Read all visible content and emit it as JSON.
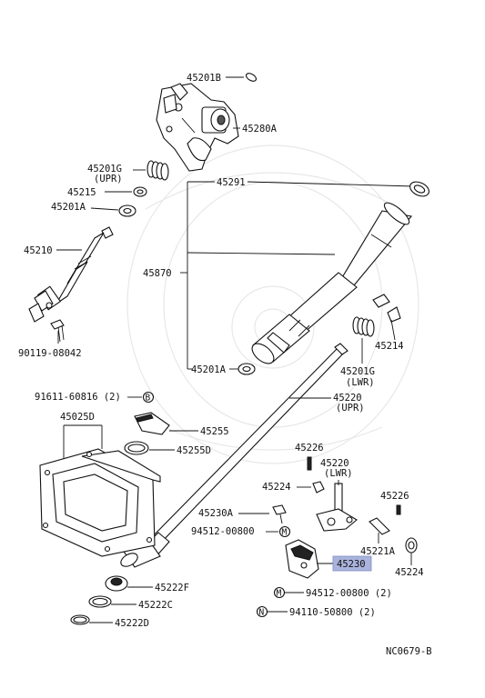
{
  "diagram_code": "NC0679-B",
  "highlight_color": "#a9b3dc",
  "labels": {
    "p45201B": "45201B",
    "p45280A": "45280A",
    "p45201G_upr": "45201G",
    "p45201G_upr_sub": "(UPR)",
    "p45215": "45215",
    "p45201A_top": "45201A",
    "p45291": "45291",
    "p45210": "45210",
    "p45870": "45870",
    "p90119": "90119-08042",
    "p45201A_low": "45201A",
    "p45214": "45214",
    "p45201G_lwr": "45201G",
    "p45201G_lwr_sub": "(LWR)",
    "p91611": "91611-60816 (2)",
    "p45220_upr": "45220",
    "p45220_upr_sub": "(UPR)",
    "p45025D": "45025D",
    "p45255": "45255",
    "p45255D": "45255D",
    "p45226_a": "45226",
    "p45220_lwr": "45220",
    "p45220_lwr_sub": "(LWR)",
    "p45224_a": "45224",
    "p45226_b": "45226",
    "p45230A": "45230A",
    "p94512_a": "94512-00800",
    "p45221A": "45221A",
    "p45230": "45230",
    "p45224_b": "45224",
    "p45222F": "45222F",
    "p45222C": "45222C",
    "p94512_b": "94512-00800 (2)",
    "p45222D": "45222D",
    "p94110": "94110-50800 (2)",
    "sym_B": "B",
    "sym_N": "N",
    "sym_M": "M"
  }
}
